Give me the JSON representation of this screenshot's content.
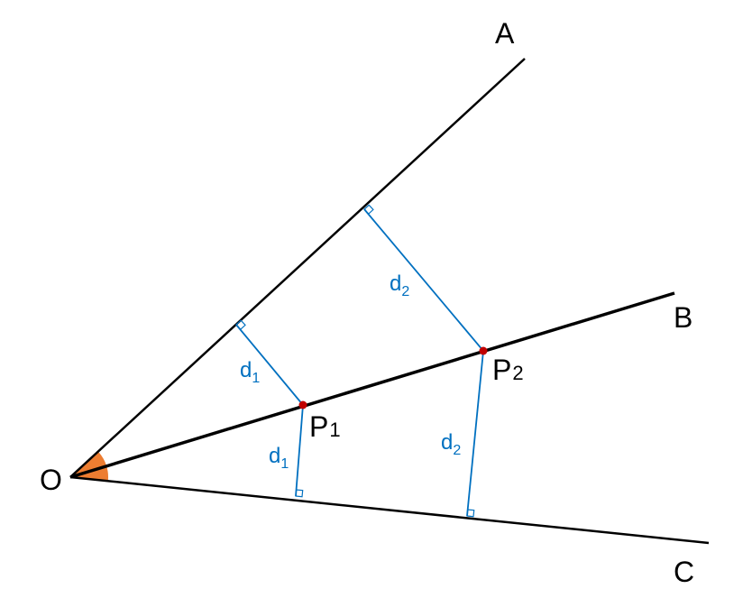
{
  "labels": {
    "vertex": "O",
    "ray_a": "A",
    "ray_b": "B",
    "ray_c": "C",
    "point1": {
      "base": "P",
      "sub": "1"
    },
    "point2": {
      "base": "P",
      "sub": "2"
    },
    "dist1_upper": {
      "base": "d",
      "sub": "1"
    },
    "dist1_lower": {
      "base": "d",
      "sub": "1"
    },
    "dist2_upper": {
      "base": "d",
      "sub": "2"
    },
    "dist2_lower": {
      "base": "d",
      "sub": "2"
    }
  },
  "colors": {
    "rays": "#000000",
    "perpendiculars": "#0070C0",
    "points": "#C00000",
    "angle_fill": "#ED7D31"
  }
}
